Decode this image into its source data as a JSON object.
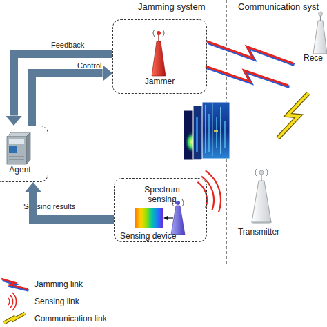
{
  "diagram": {
    "nodes": [
      {
        "text": [
          "Jammer"
        ]
      },
      {
        "text": [
          "Agent"
        ]
      },
      {
        "text": [
          "Spectrum sensing",
          "Sensing device"
        ]
      },
      {
        "text": [
          "Rece"
        ]
      },
      {
        "text": [
          "Transmitter"
        ]
      }
    ],
    "edges": [
      {
        "from": 0,
        "to": 1,
        "label": "Feedback",
        "arrow": "to"
      },
      {
        "from": 1,
        "to": 0,
        "label": "Control",
        "arrow": "to"
      },
      {
        "from": 2,
        "to": 1,
        "label": "Sensing results",
        "arrow": "to"
      },
      {
        "from": 0,
        "to": 3,
        "arrow": "none"
      },
      {
        "from": 4,
        "to": 3,
        "arrow": "none"
      }
    ],
    "labels": [
      "Jamming system",
      "Communication syst"
    ],
    "legend": [
      {
        "text": "Jamming link"
      },
      {
        "text": "Sensing link"
      },
      {
        "text": "Communication link"
      }
    ]
  }
}
